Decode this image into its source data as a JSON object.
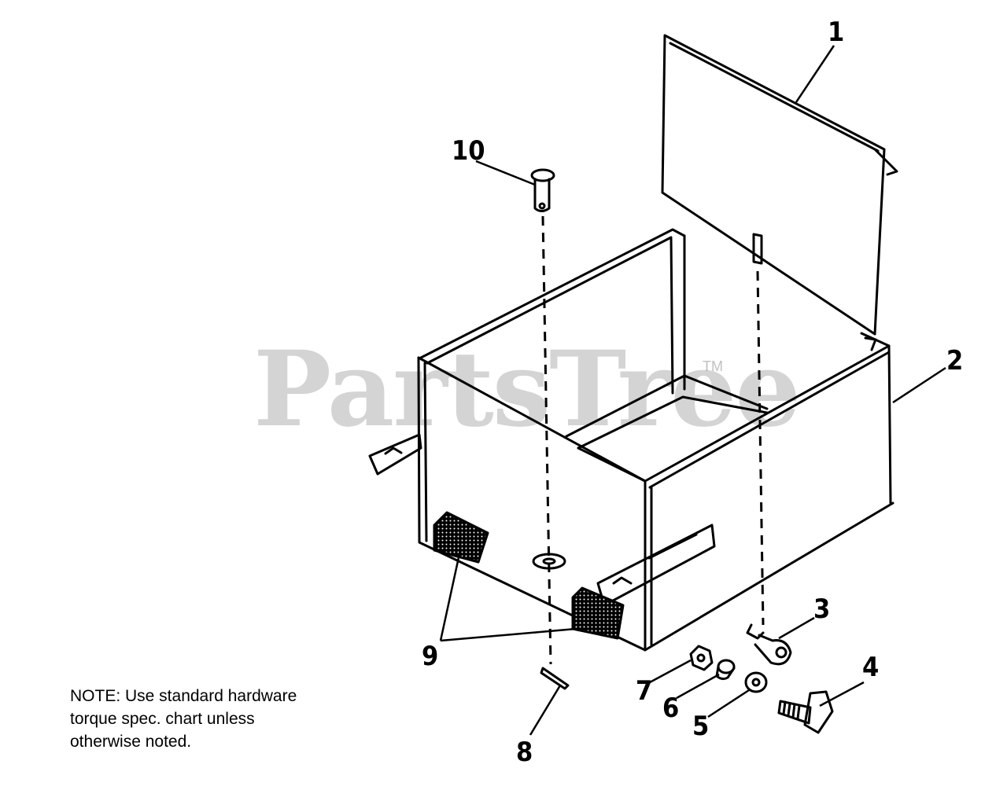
{
  "watermark": {
    "text": "PartsTree",
    "trademark": "TM"
  },
  "note": {
    "line1": "NOTE: Use standard hardware",
    "line2": "torque spec. chart unless",
    "line3": "otherwise noted."
  },
  "callouts": {
    "c1": "1",
    "c2": "2",
    "c3": "3",
    "c4": "4",
    "c5": "5",
    "c6": "6",
    "c7": "7",
    "c8": "8",
    "c9": "9",
    "c10": "10"
  },
  "colors": {
    "line": "#000000",
    "watermark": "#bfbfbf",
    "background": "#ffffff"
  }
}
